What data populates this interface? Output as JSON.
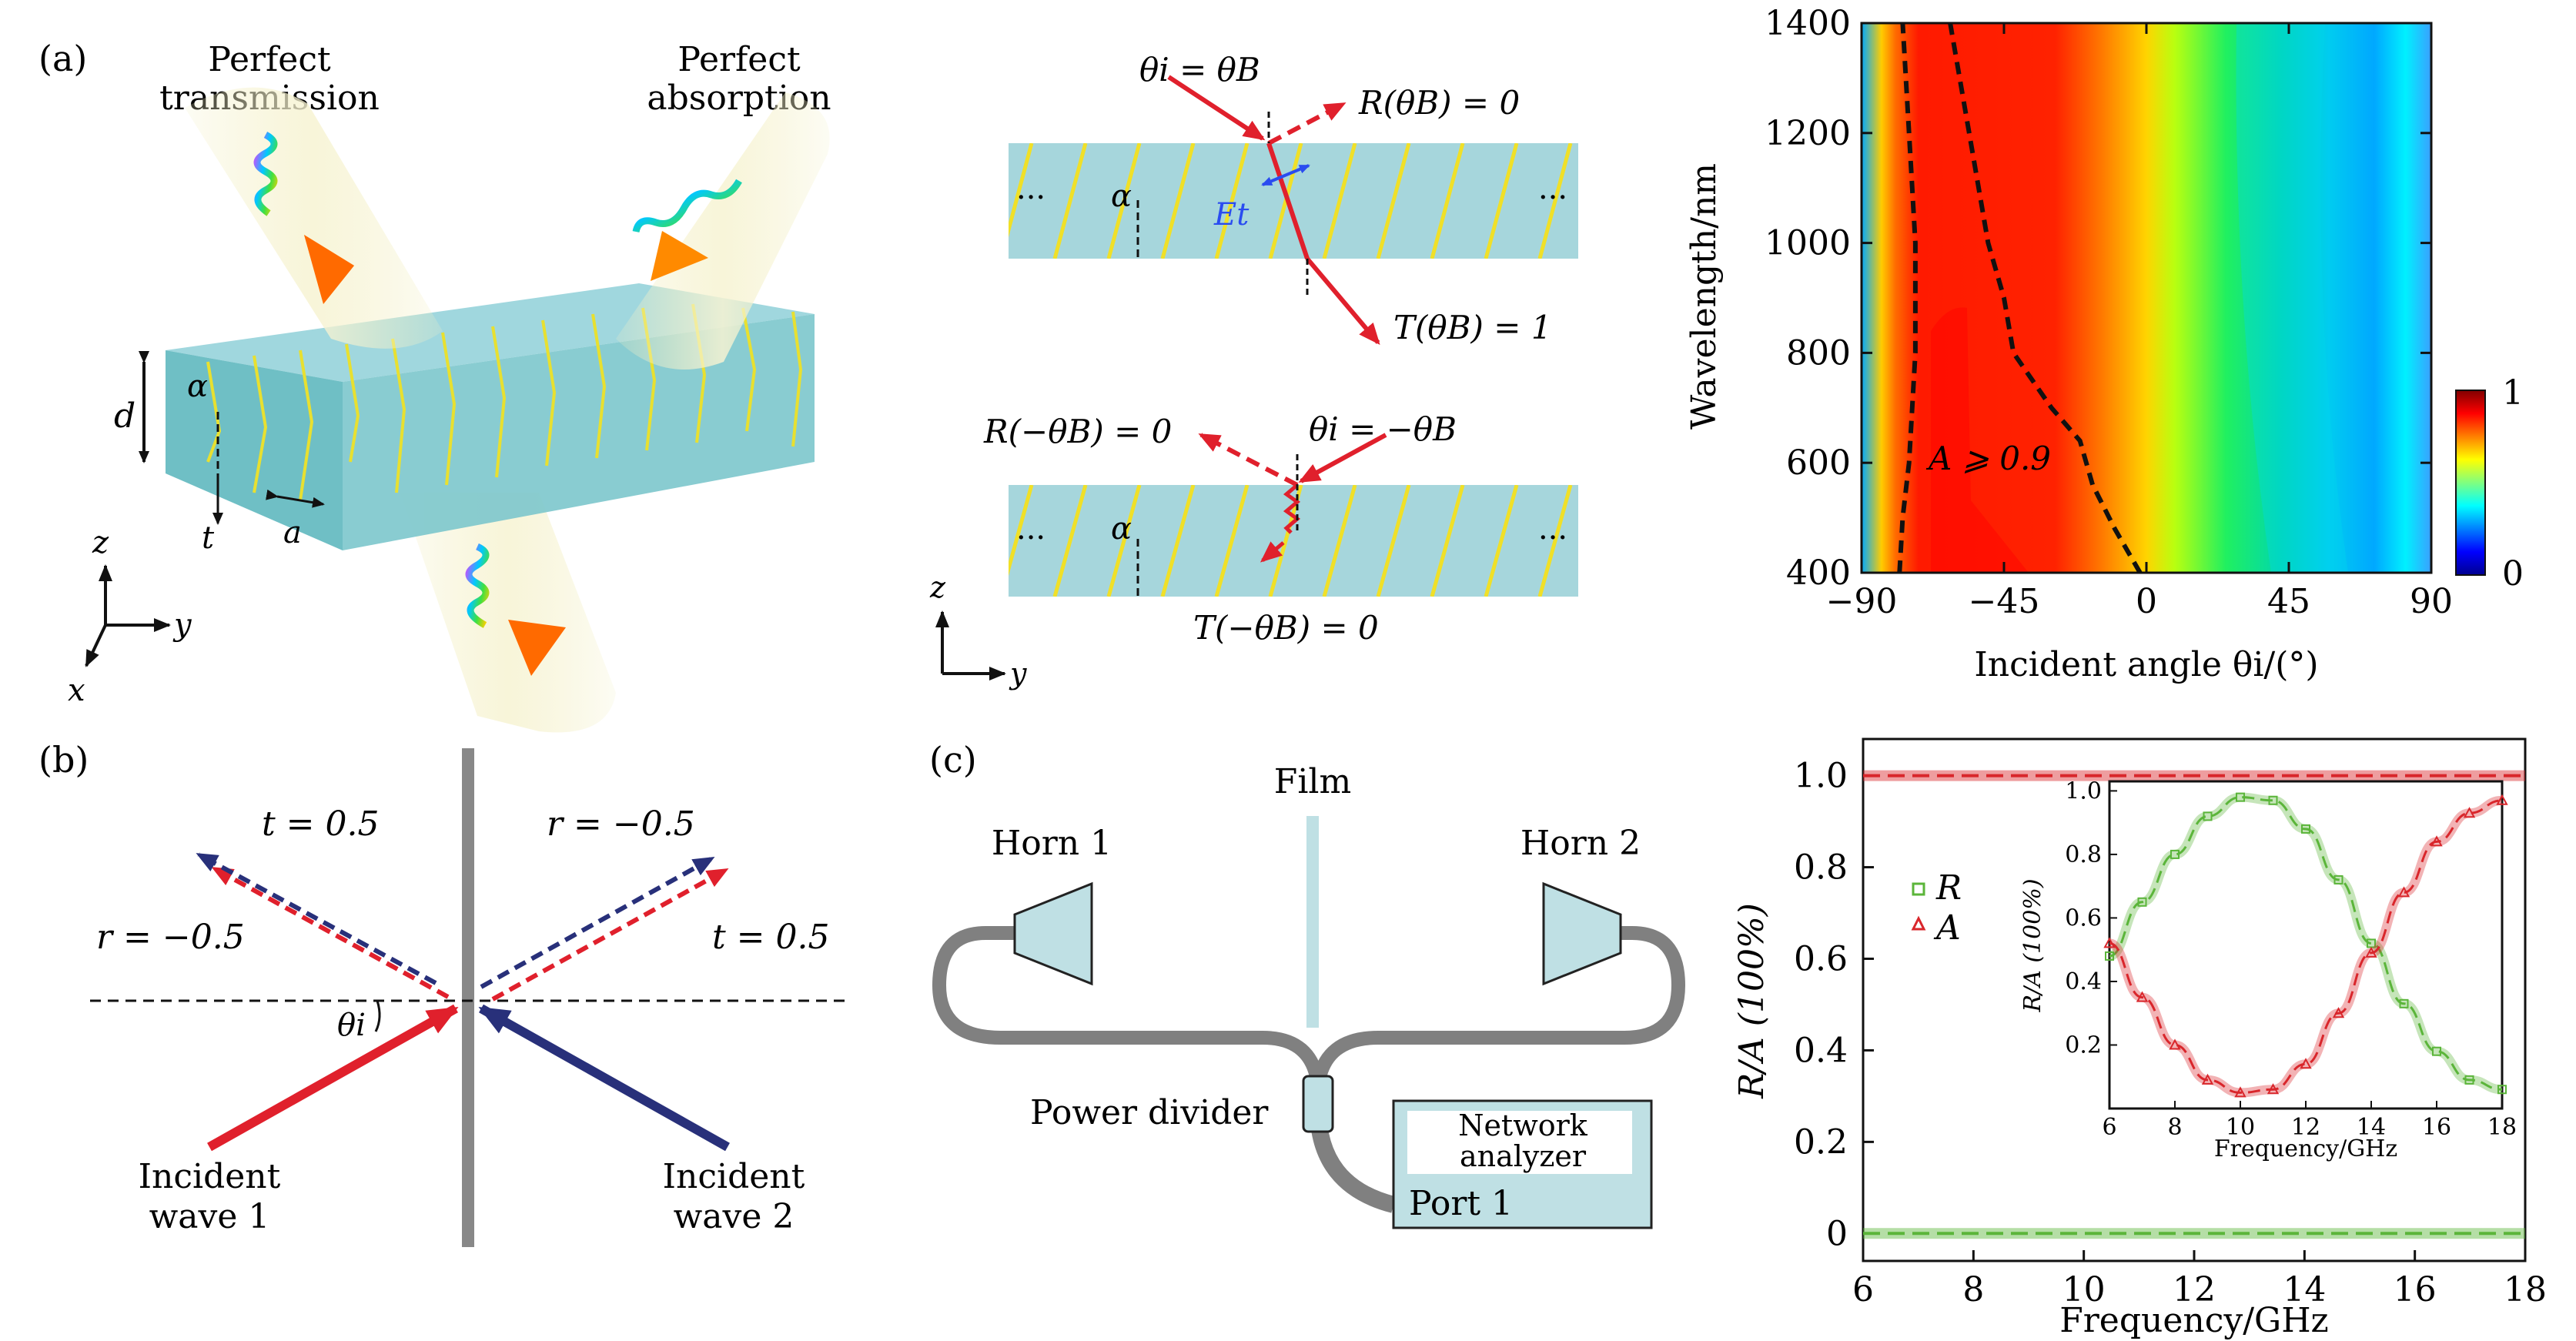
{
  "panels": {
    "a_label": "(a)",
    "b_label": "(b)",
    "c_label": "(c)"
  },
  "panel_a": {
    "perfect_transmission": [
      "Perfect",
      "transmission"
    ],
    "perfect_absorption": [
      "Perfect",
      "absorption"
    ],
    "sym_d": "d",
    "sym_alpha": "α",
    "sym_t": "t",
    "sym_a": "a",
    "axis_z": "z",
    "axis_y": "y",
    "axis_x": "x"
  },
  "panel_a_mid": {
    "theta_i_eq_theta_b": "θi = θB",
    "r_theta_b": "R(θB) = 0",
    "e_t": "Et",
    "t_theta_b": "T(θB) = 1",
    "r_minus_theta_b": "R(−θB) = 0",
    "theta_i_eq_minus_theta_b": "θi = −θB",
    "t_minus_theta_b": "T(−θB) = 0",
    "alpha": "α",
    "ellipsis": "···",
    "axis_z": "z",
    "axis_y": "y"
  },
  "panel_b": {
    "t_left": "t = 0.5",
    "r_left": "r = −0.5",
    "r_right": "r = −0.5",
    "t_right": "t = 0.5",
    "theta_i": "θi",
    "wave1": [
      "Incident",
      "wave 1"
    ],
    "wave2": [
      "Incident",
      "wave 2"
    ],
    "colors": {
      "wave1": "#e0202c",
      "wave2": "#28307a",
      "film": "#888888"
    }
  },
  "panel_c": {
    "film": "Film",
    "horn1": "Horn 1",
    "horn2": "Horn 2",
    "power_divider": "Power divider",
    "network_analyzer": [
      "Network",
      "analyzer"
    ],
    "port1": "Port 1",
    "colors": {
      "device": "#bfe0e4",
      "cable": "#808080"
    }
  },
  "chart_data": [
    {
      "type": "heatmap",
      "title": "",
      "xlabel": "Incident angle θi/(°)",
      "ylabel": "Wavelength/nm",
      "xticks": [
        "−90",
        "−45",
        "0",
        "45",
        "90"
      ],
      "yticks": [
        "400",
        "600",
        "800",
        "1000",
        "1200",
        "1400"
      ],
      "xlim": [
        -90,
        90
      ],
      "ylim": [
        400,
        1400
      ],
      "colorbar": {
        "min": "0",
        "max": "1",
        "colormap": "jet"
      },
      "annotation": "A ⩾ 0.9",
      "contour_level": 0.9,
      "contour_left": {
        "x": [
          -78,
          -77,
          -75,
          -73,
          -73,
          -75,
          -77
        ],
        "y": [
          400,
          500,
          600,
          800,
          1000,
          1200,
          1400
        ]
      },
      "contour_right": {
        "x": [
          -2,
          -10,
          -17,
          -21,
          -30,
          -42,
          -45,
          -50,
          -56,
          -62
        ],
        "y": [
          400,
          480,
          560,
          640,
          700,
          800,
          900,
          1000,
          1200,
          1400
        ]
      }
    },
    {
      "type": "line",
      "title": "",
      "xlabel": "Frequency/GHz",
      "ylabel": "R/A (100%)",
      "xticks": [
        "6",
        "8",
        "10",
        "12",
        "14",
        "16",
        "18"
      ],
      "yticks": [
        "0",
        "0.2",
        "0.4",
        "0.6",
        "0.8",
        "1.0"
      ],
      "xlim": [
        6,
        18
      ],
      "ylim": [
        -0.06,
        1.08
      ],
      "legend_position": "left",
      "series": [
        {
          "name": "R",
          "color": "#5bb53a",
          "x": [
            6,
            8,
            10,
            12,
            14,
            16,
            18
          ],
          "y": [
            0.0,
            0.0,
            0.0,
            0.0,
            0.0,
            0.0,
            0.0
          ]
        },
        {
          "name": "A",
          "color": "#d9262b",
          "x": [
            6,
            8,
            10,
            12,
            14,
            16,
            18
          ],
          "y": [
            1.0,
            1.0,
            1.0,
            1.0,
            1.0,
            1.0,
            1.0
          ]
        }
      ]
    },
    {
      "type": "line",
      "title": "",
      "xlabel": "Frequency/GHz",
      "ylabel": "R/A (100%)",
      "xticks": [
        "6",
        "8",
        "10",
        "12",
        "14",
        "16",
        "18"
      ],
      "yticks": [
        "0.2",
        "0.4",
        "0.6",
        "0.8",
        "1.0"
      ],
      "xlim": [
        6,
        18
      ],
      "ylim": [
        0.0,
        1.03
      ],
      "series": [
        {
          "name": "R",
          "color": "#5bb53a",
          "x": [
            6,
            7,
            8,
            9,
            10,
            11,
            12,
            13,
            14,
            15,
            16,
            17,
            18
          ],
          "y": [
            0.48,
            0.65,
            0.8,
            0.92,
            0.98,
            0.97,
            0.88,
            0.72,
            0.52,
            0.33,
            0.18,
            0.09,
            0.06
          ]
        },
        {
          "name": "A",
          "color": "#d9262b",
          "x": [
            6,
            7,
            8,
            9,
            10,
            11,
            12,
            13,
            14,
            15,
            16,
            17,
            18
          ],
          "y": [
            0.52,
            0.35,
            0.2,
            0.09,
            0.05,
            0.06,
            0.14,
            0.3,
            0.49,
            0.68,
            0.84,
            0.93,
            0.97
          ]
        }
      ]
    }
  ]
}
